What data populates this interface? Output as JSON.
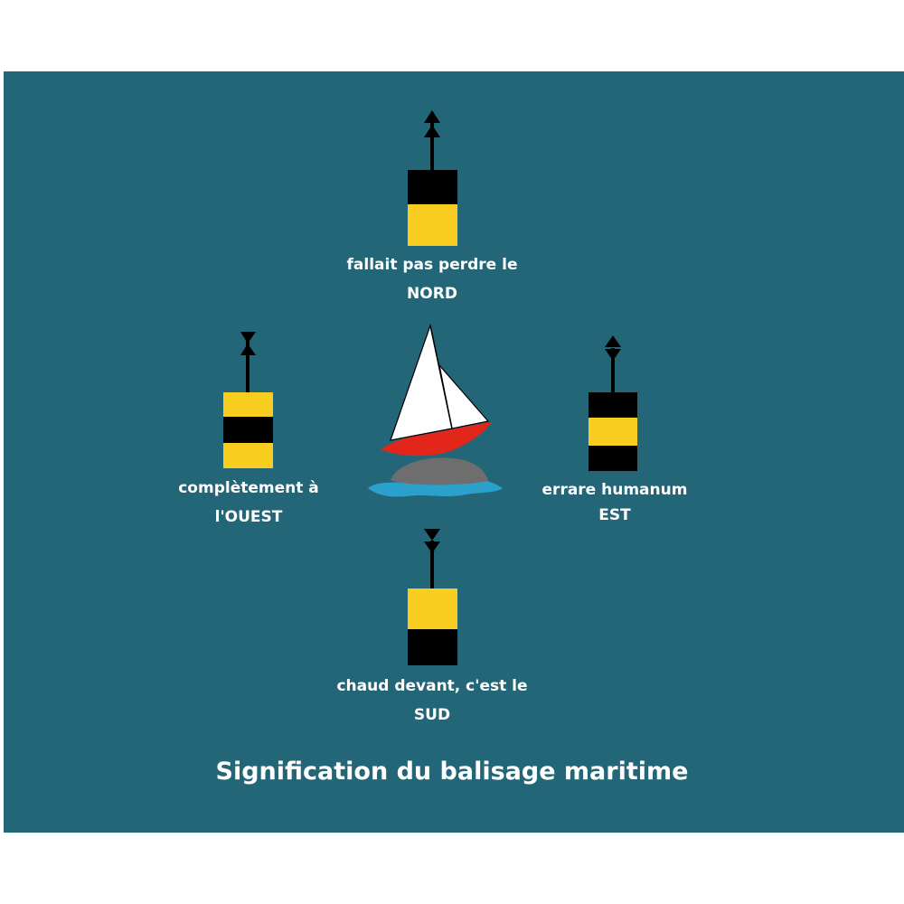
{
  "colors": {
    "sea": "#236678",
    "yellow": "#f9cd1f",
    "black": "#000000",
    "hull": "#e2261a",
    "rock": "#6e6e6e",
    "water": "#2aa0cc",
    "sail": "#ffffff"
  },
  "title": "Signification du balisage maritime",
  "buoys": {
    "north": {
      "line1": "fallait pas perdre le",
      "line2": "NORD"
    },
    "west": {
      "line1": "complètement à",
      "line2": "l'OUEST"
    },
    "east": {
      "line1": "errare humanum",
      "line2": "EST"
    },
    "south": {
      "line1": "chaud devant, c'est le",
      "line2": "SUD"
    }
  },
  "icons": {
    "boat": "sailboat-on-rock-icon",
    "north_topmark": "two-cones-up-icon",
    "west_topmark": "cones-point-to-point-icon",
    "east_topmark": "cones-base-to-base-icon",
    "south_topmark": "two-cones-down-icon"
  }
}
